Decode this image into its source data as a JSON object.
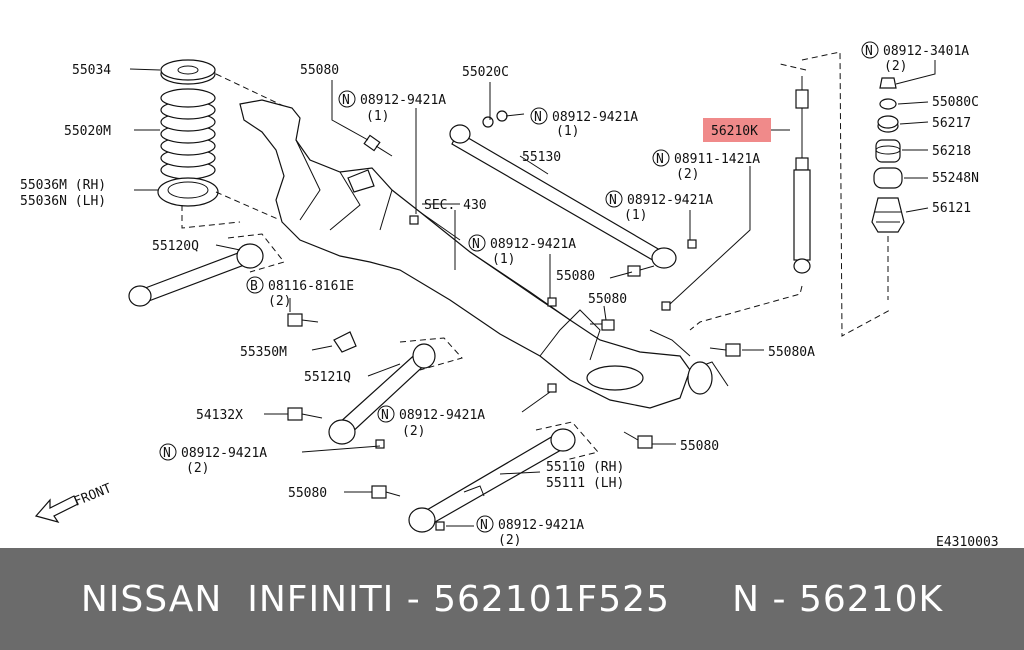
{
  "labels": {
    "p55034": "55034",
    "p55020M": "55020M",
    "p55036M": "55036M (RH)",
    "p55036N": "55036N (LH)",
    "p55120Q": "55120Q",
    "p55080_top": "55080",
    "p55020C": "55020C",
    "n_9421A_1": "08912-9421A",
    "qty_1a": "(1)",
    "n_9421A_2": "08912-9421A",
    "qty_1b": "(1)",
    "p55130": "55130",
    "sec430": "SEC. 430",
    "p56210K": "56210K",
    "n_1421A": "08911-1421A",
    "qty_2a": "(2)",
    "n_9421A_3": "08912-9421A",
    "qty_1c": "(1)",
    "n_3401A": "08912-3401A",
    "qty_2b": "(2)",
    "p55080C": "55080C",
    "p56217": "56217",
    "p56218": "56218",
    "p55248N": "55248N",
    "p56121": "56121",
    "n_9421A_4": "08912-9421A",
    "qty_1d": "(1)",
    "p55080_mid1": "55080",
    "p55080_mid2": "55080",
    "b_8161E": "08116-8161E",
    "qty_2c": "(2)",
    "p55350M": "55350M",
    "p55121Q": "55121Q",
    "p55080A": "55080A",
    "p54132X": "54132X",
    "n_9421A_5": "08912-9421A",
    "qty_2d": "(2)",
    "n_9421A_6": "08912-9421A",
    "qty_2e": "(2)",
    "p55080_low": "55080",
    "p55110": "55110 (RH)",
    "p55111": "55111 (LH)",
    "front": "FRONT",
    "p55080_bot": "55080",
    "n_9421A_7": "08912-9421A",
    "qty_2f": "(2)",
    "code": "E4310003",
    "circle_n": "N",
    "circle_b": "B"
  },
  "footer": {
    "brand": "NISSAN  INFINITI - 562101F525     N - 56210K"
  },
  "colors": {
    "highlight": "#f08a8a",
    "footer_bg": "#6b6b6b"
  }
}
